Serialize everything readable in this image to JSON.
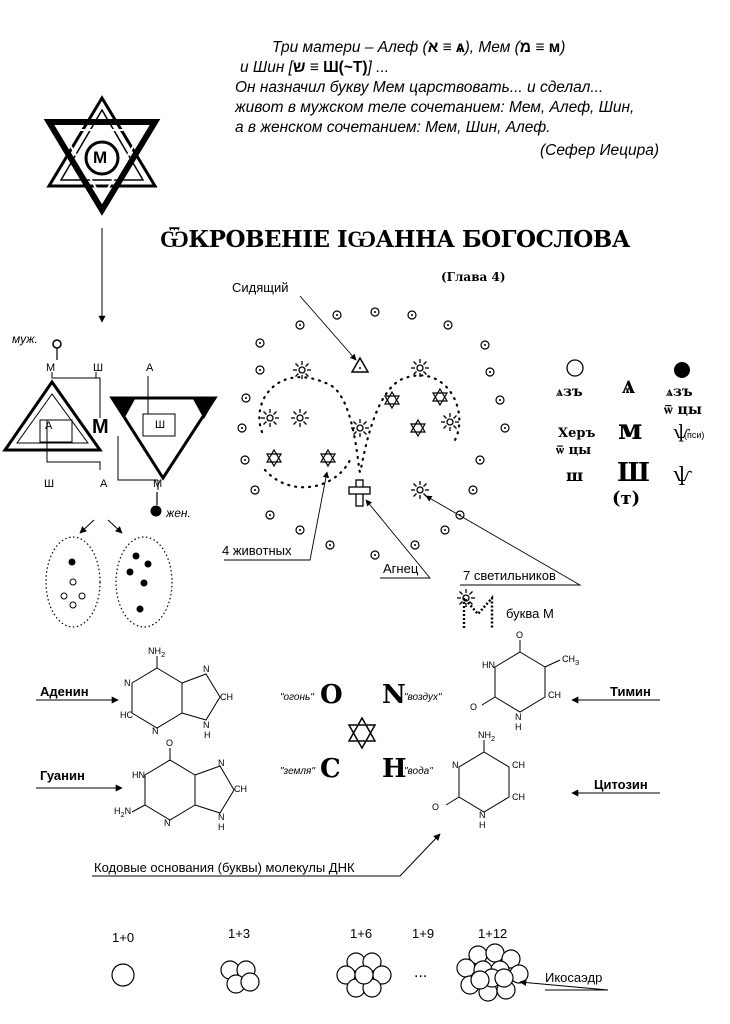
{
  "quote": {
    "line1": "Три матери – Алеф (",
    "line1b": "), Мем (",
    "line1c": ")",
    "line2": "и Шин [",
    "line2b": "] ...",
    "line3": "Он назначил букву Мем царствовать... и сделал...",
    "line4": "живот в мужском теле сочетанием: Мем, Алеф, Шин,",
    "line5": "а в женском сочетанием: Мем, Шин, Алеф.",
    "source": "(Сефер Иецира)",
    "glyph_aleph": "א ≡ ѧ",
    "glyph_mem": "מ ≡ м",
    "glyph_shin": "ש ≡ Ш(~Т)"
  },
  "star": {
    "letter": "М"
  },
  "revelation": {
    "title": "ѾКРОВЕНІЕ ІѠАННА БОГОСЛОВА",
    "chapter": "(Глава 4)",
    "label_seated": "Сидящий",
    "label_beasts": "4 животных",
    "label_lamb": "Агнец",
    "label_lamps": "7 светильников",
    "label_letter": "буква М"
  },
  "hexagram_diagram": {
    "male": "муж.",
    "female": "жен.",
    "center": "М",
    "small_labels": {
      "m_top": "М",
      "sh_top": "Ш",
      "a_top": "А",
      "a_left": "А",
      "sh_right": "Ш",
      "sh_bottom": "Ш",
      "a_bottom": "А",
      "m_bottom": "М"
    }
  },
  "slavonic_table": {
    "az1": "ѧзъ",
    "a_big": "ѧ",
    "az2": "ѧзъ",
    "from_c": "ѿ цы",
    "kher": "Херъ",
    "from_c2": "ѿ цы",
    "m_big": "м",
    "psi": "ѱ",
    "psi_label": "(пси)",
    "sh1": "ш",
    "sh_big": "Ш",
    "t_big": "(т)",
    "psi2": "ѱ"
  },
  "dna": {
    "adenine": "Аденин",
    "guanine": "Гуанин",
    "thymine": "Тимин",
    "cytosine": "Цитозин",
    "caption": "Кодовые основания (буквы) молекулы ДНК",
    "elements": {
      "O": "O",
      "O_label": "\"огонь\"",
      "N": "N",
      "N_label": "\"воздух\"",
      "C": "C",
      "C_label": "\"земля\"",
      "H": "H",
      "H_label": "\"вода\""
    },
    "chem": {
      "nh2": "NH",
      "two": "2",
      "n": "N",
      "hc": "HC",
      "ch": "CH",
      "h": "H",
      "c": "C",
      "o": "O",
      "ch3": "CH",
      "three": "3",
      "hn": "HN",
      "h2n": "H",
      "eq": "="
    }
  },
  "clusters": {
    "labels": [
      "1+0",
      "1+3",
      "1+6",
      "1+9",
      "1+12"
    ],
    "ellipsis": "...",
    "icosahedron": "Икосаэдр"
  }
}
